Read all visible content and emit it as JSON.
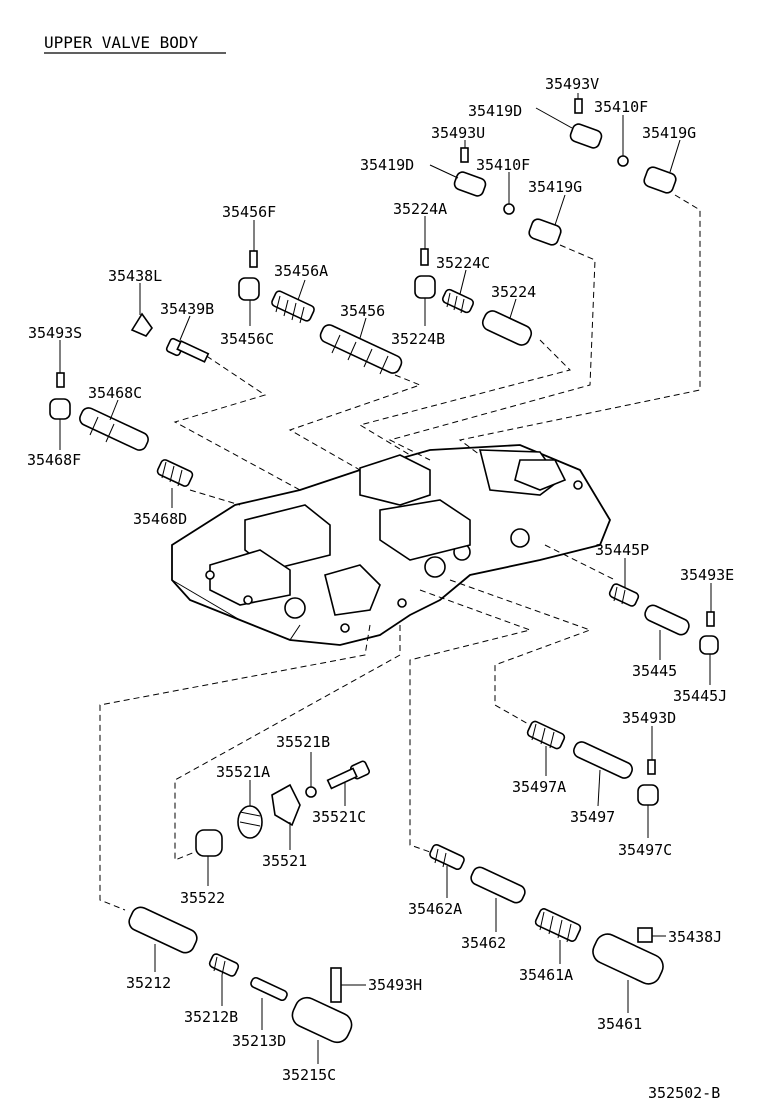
{
  "title": "UPPER VALVE BODY",
  "figure_code": "352502-B",
  "labels": {
    "p35493V": "35493V",
    "p35419D_a": "35419D",
    "p35410F_a": "35410F",
    "p35493U": "35493U",
    "p35419G_a": "35419G",
    "p35419D_b": "35419D",
    "p35410F_b": "35410F",
    "p35419G_b": "35419G",
    "p35456F": "35456F",
    "p35224A": "35224A",
    "p35438L": "35438L",
    "p35456A": "35456A",
    "p35224C": "35224C",
    "p35439B": "35439B",
    "p35456": "35456",
    "p35224": "35224",
    "p35493S": "35493S",
    "p35456C": "35456C",
    "p35224B": "35224B",
    "p35468C": "35468C",
    "p35468F": "35468F",
    "p35468D": "35468D",
    "p35445P": "35445P",
    "p35493E": "35493E",
    "p35445": "35445",
    "p35445J": "35445J",
    "p35493D": "35493D",
    "p35521B": "35521B",
    "p35521A": "35521A",
    "p35497A": "35497A",
    "p35521C": "35521C",
    "p35497": "35497",
    "p35521": "35521",
    "p35497C": "35497C",
    "p35522": "35522",
    "p35462A": "35462A",
    "p35438J": "35438J",
    "p35462": "35462",
    "p35212": "35212",
    "p35461A": "35461A",
    "p35493H": "35493H",
    "p35212B": "35212B",
    "p35461": "35461",
    "p35213D": "35213D",
    "p35215C": "35215C"
  }
}
